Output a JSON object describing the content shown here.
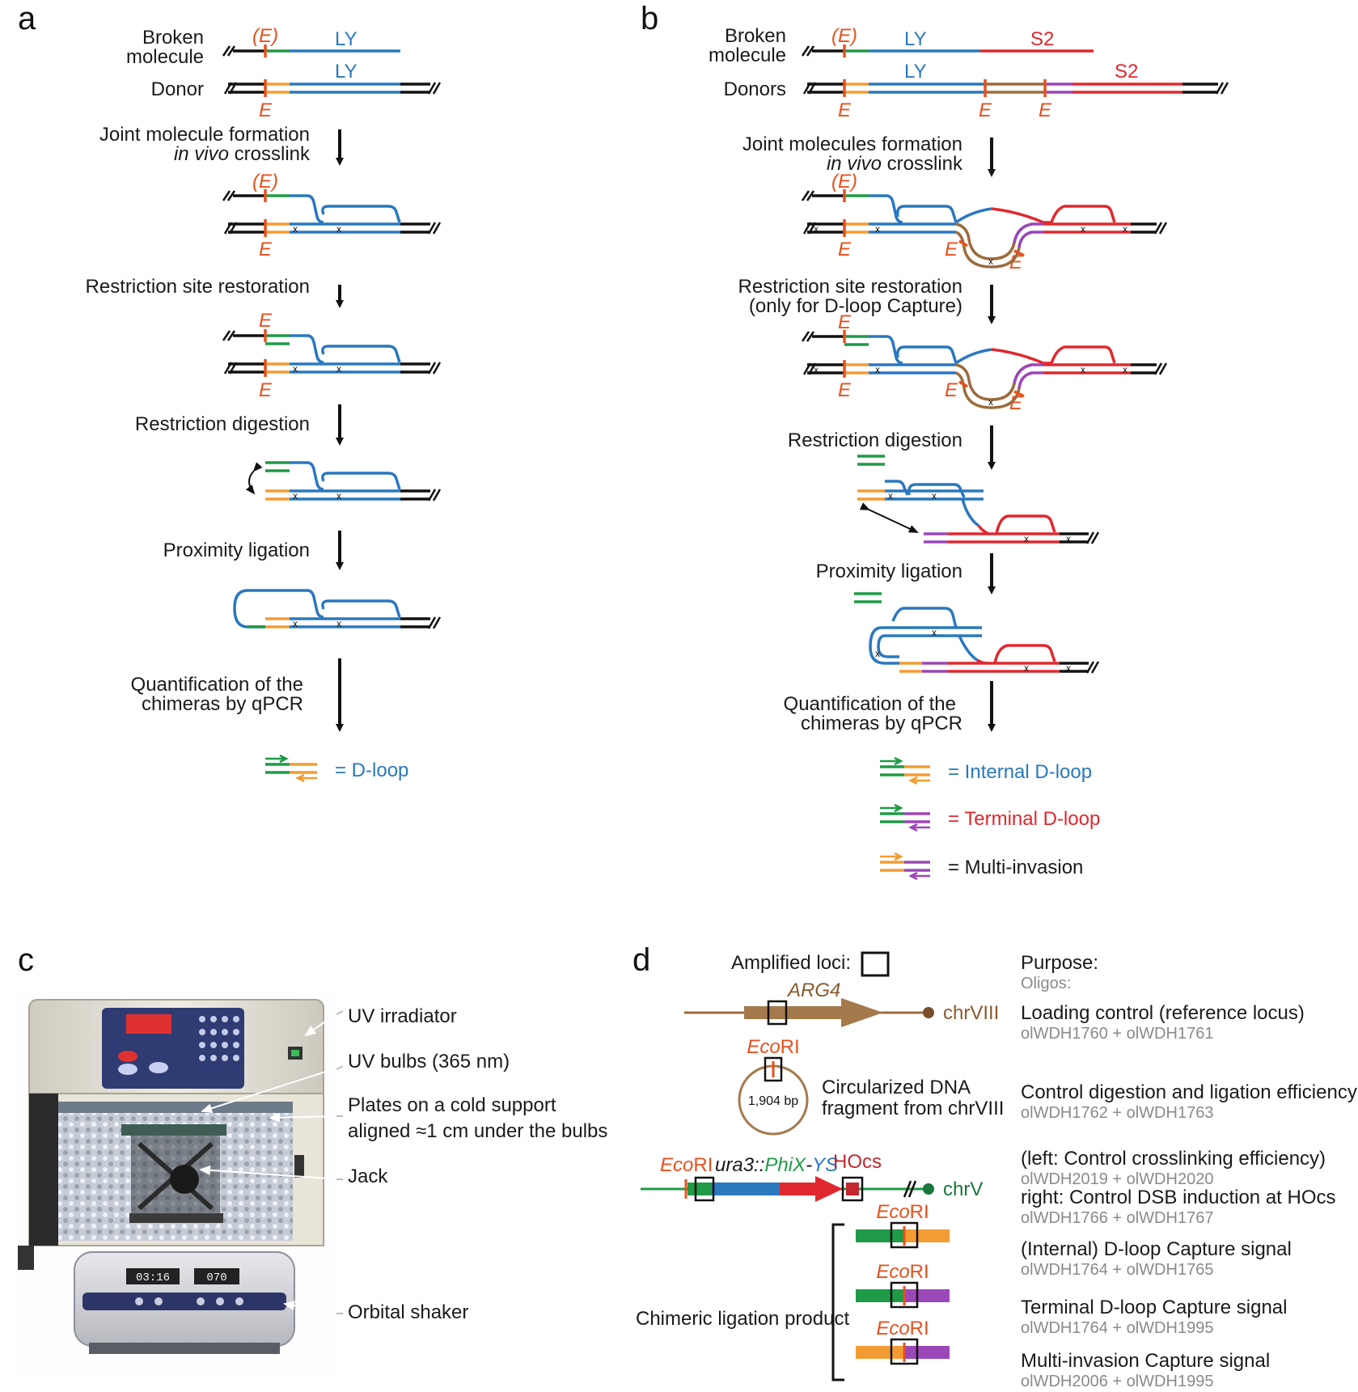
{
  "panels": {
    "a": "a",
    "b": "b",
    "c": "c",
    "d": "d"
  },
  "colors": {
    "blue": "#2a78be",
    "red": "#e0282f",
    "green": "#1f9a47",
    "orange": "#f39c33",
    "purple": "#9a47b8",
    "brown": "#9c6b3c",
    "ecori": "#e8501c",
    "black": "#111111"
  },
  "panel_a": {
    "broken_label": [
      "Broken",
      "molecule"
    ],
    "donor_label": "Donor",
    "e_paren": "(E)",
    "e": "E",
    "ly": "LY",
    "step1": [
      "Joint molecule formation",
      "in vivo",
      "crosslink"
    ],
    "step2": "Restriction site restoration",
    "step3": "Restriction digestion",
    "step4": "Proximity ligation",
    "step5": [
      "Quantification of the",
      "chimeras by qPCR"
    ],
    "result": "= D-loop"
  },
  "panel_b": {
    "broken_label": [
      "Broken",
      "molecule"
    ],
    "donor_label": "Donors",
    "e_paren": "(E)",
    "e": "E",
    "ly": "LY",
    "s2": "S2",
    "step1": [
      "Joint molecules formation",
      "in vivo",
      "crosslink"
    ],
    "step2": [
      "Restriction site restoration",
      "(only for D-loop Capture)"
    ],
    "step3": "Restriction digestion",
    "step4": "Proximity ligation",
    "step5": [
      "Quantification of the",
      "chimeras by qPCR"
    ],
    "results": [
      "= Internal D-loop",
      "= Terminal D-loop",
      "= Multi-invasion"
    ]
  },
  "panel_c": {
    "labels": [
      "UV irradiator",
      "UV bulbs (365 nm)",
      "Plates on a cold support",
      "aligned ≈1 cm under the bulbs",
      "Jack",
      "Orbital shaker"
    ],
    "timer": "03:16",
    "speed": "070"
  },
  "panel_d": {
    "amplified": "Amplified loci:",
    "purpose": "Purpose:",
    "oligos": "Oligos:",
    "arg4": "ARG4",
    "chrviii": "chrVIII",
    "ecori_eco": "Eco",
    "ecori_ri": "RI",
    "circle_bp": "1,904 bp",
    "circ_text": [
      "Circularized DNA",
      "fragment from chrVIII"
    ],
    "ura3": "ura3::",
    "phix": "PhiX",
    "ys": "YS",
    "hocs": "HOcs",
    "chrv": "chrV",
    "chimeric": "Chimeric ligation product",
    "purposes": [
      {
        "title": "Loading control (reference locus)",
        "oligo": "olWDH1760 + olWDH1761"
      },
      {
        "title": "Control digestion and ligation efficiency",
        "oligo": "olWDH1762 + olWDH1763"
      },
      {
        "title": "(left: Control crosslinking efficiency)",
        "oligo": "olWDH2019 + olWDH2020"
      },
      {
        "title": "right: Control DSB induction at HOcs",
        "oligo": "olWDH1766 + olWDH1767"
      },
      {
        "title": "(Internal) D-loop Capture signal",
        "oligo": "olWDH1764 + olWDH1765"
      },
      {
        "title": "Terminal D-loop Capture signal",
        "oligo": "olWDH1764 + olWDH1995"
      },
      {
        "title": "Multi-invasion Capture signal",
        "oligo": "olWDH2006 + olWDH1995"
      }
    ]
  }
}
